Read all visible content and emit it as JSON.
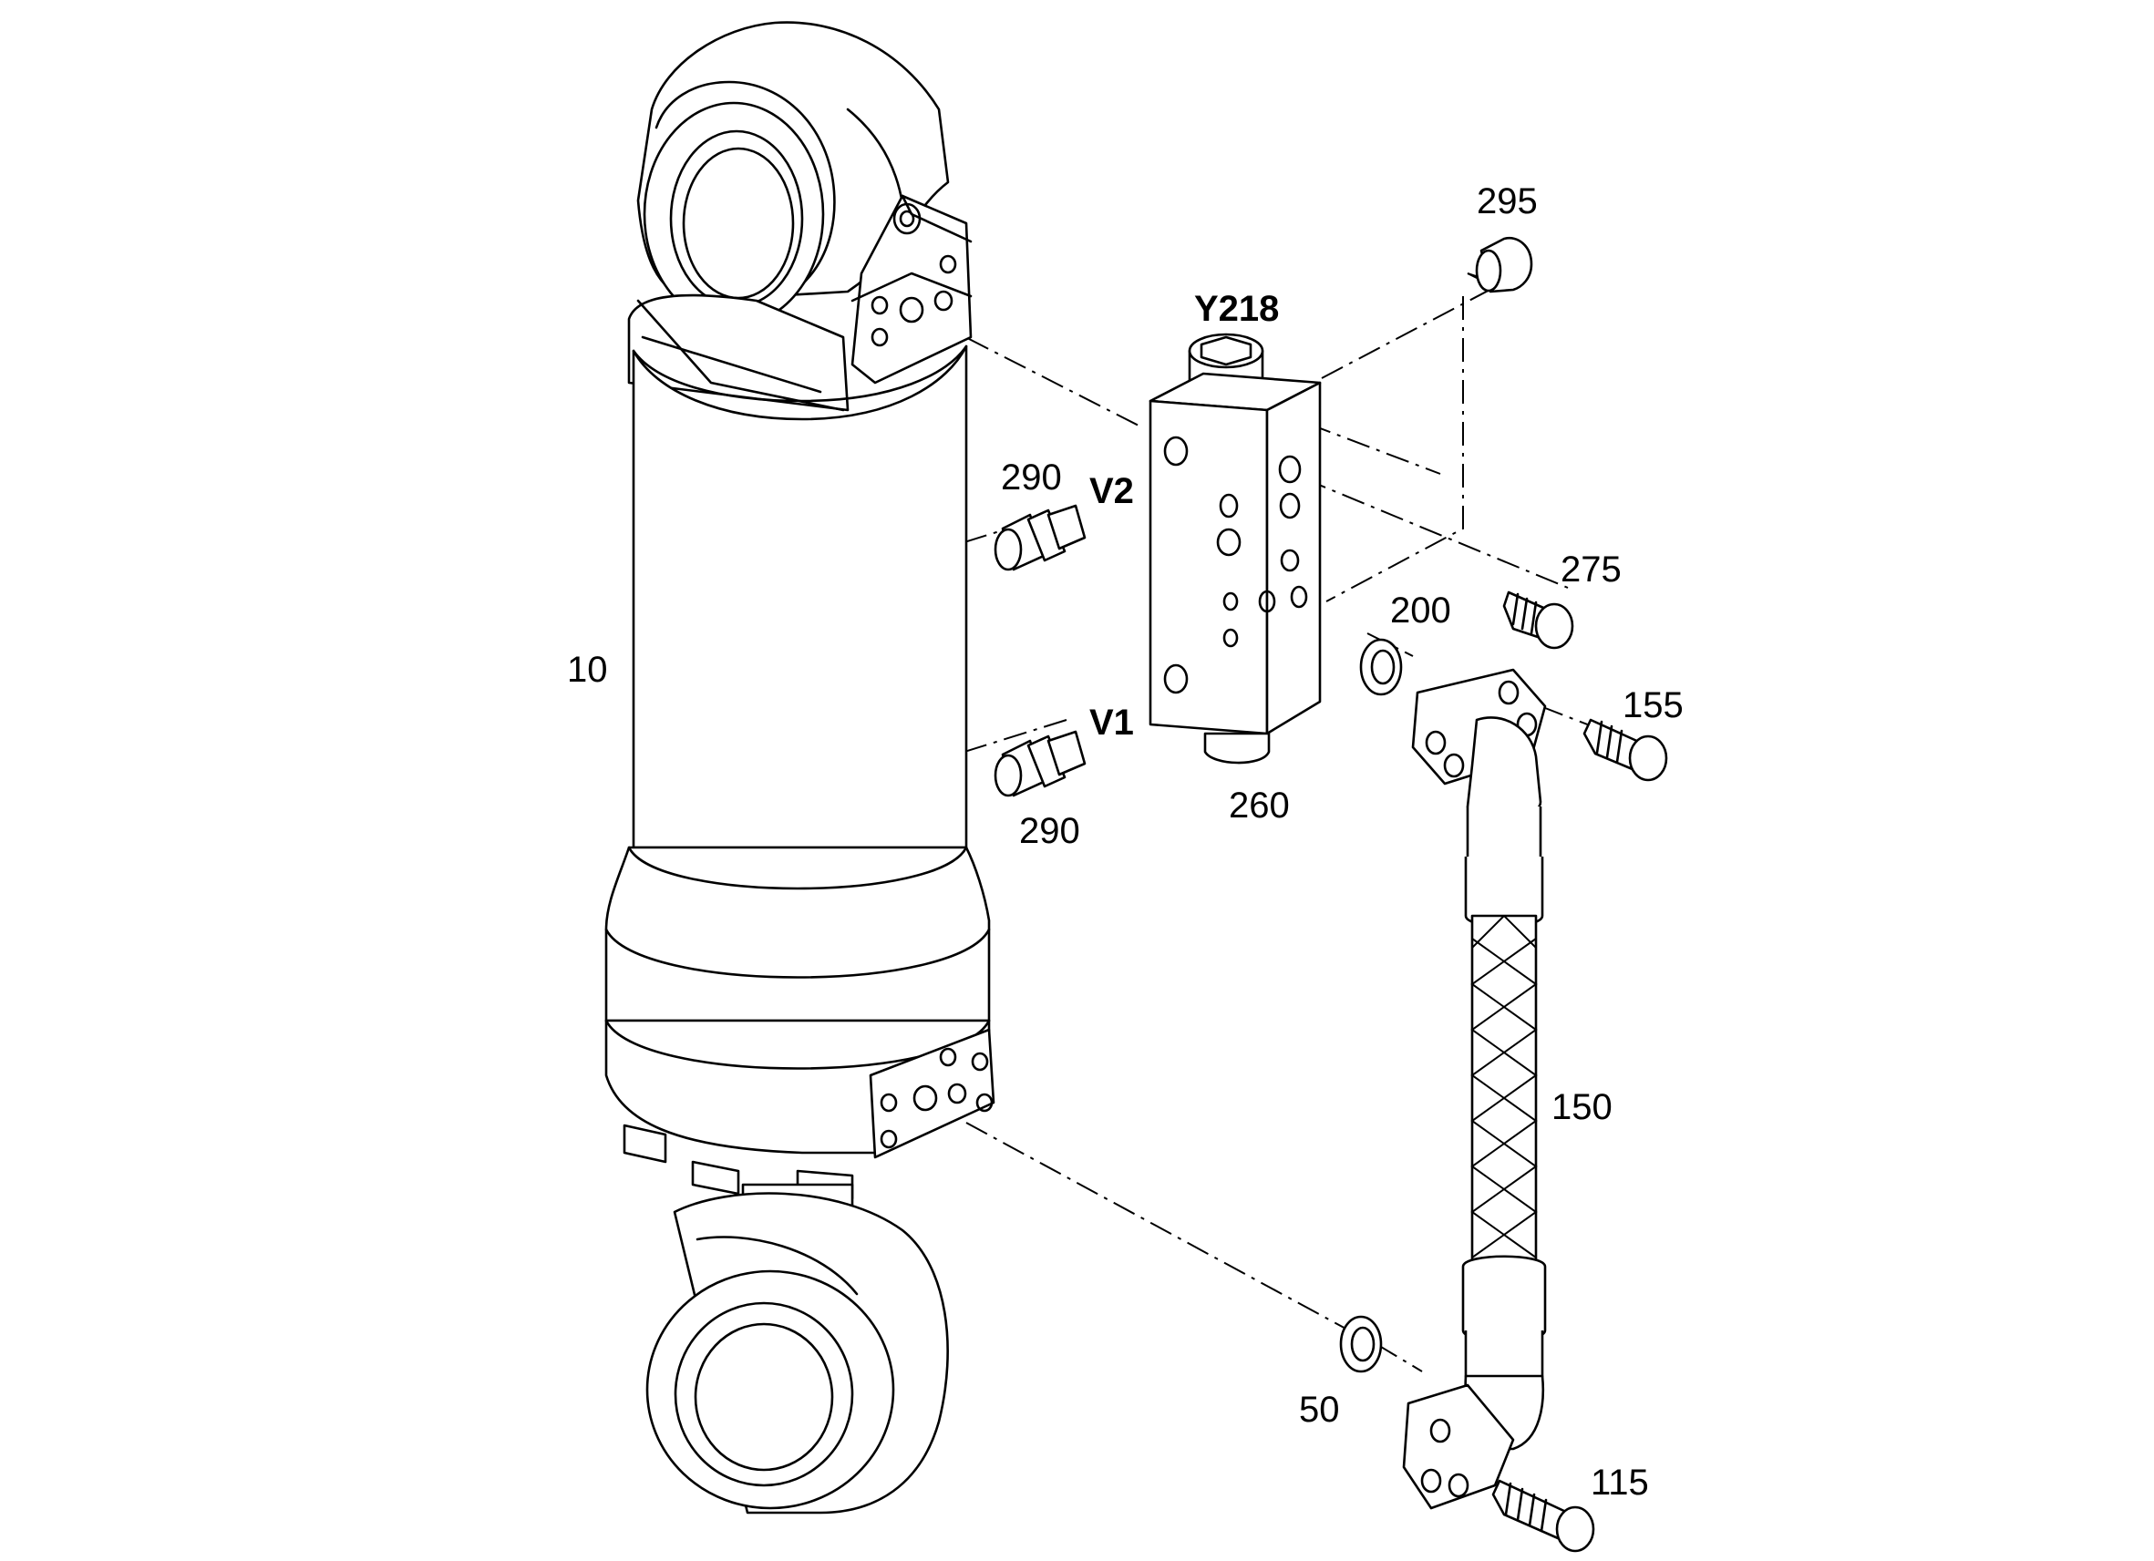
{
  "diagram": {
    "callouts": {
      "c10": "10",
      "c50": "50",
      "c115": "115",
      "c150": "150",
      "c155": "155",
      "c200": "200",
      "c260": "260",
      "c275": "275",
      "c290_top": "290",
      "c290_bottom": "290",
      "c295": "295",
      "y218": "Y218",
      "v1": "V1",
      "v2": "V2"
    }
  }
}
